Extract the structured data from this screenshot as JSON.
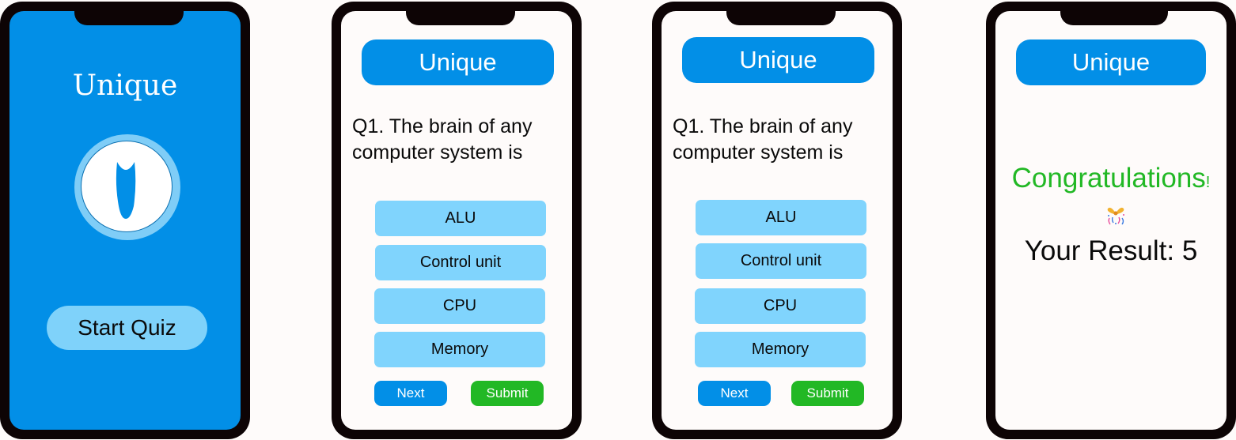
{
  "brand": {
    "name": "Unique"
  },
  "welcome": {
    "start_label": "Start Quiz"
  },
  "quiz": {
    "question": "Q1. The brain of any computer system is",
    "options": [
      "ALU",
      "Control unit",
      "CPU",
      "Memory"
    ],
    "next_label": "Next",
    "submit_label": "Submit"
  },
  "result": {
    "congrats_text": "Congratulations",
    "congrats_mark": "!",
    "result_text": "Your Result: 5"
  },
  "icons": {
    "logo": "shield-u-logo-icon",
    "celebration": "party-popper-icon"
  },
  "colors": {
    "primary_blue": "#028fe7",
    "option_blue": "#80d4fd",
    "success_green": "#22b825",
    "device_frame": "#0d0405"
  }
}
